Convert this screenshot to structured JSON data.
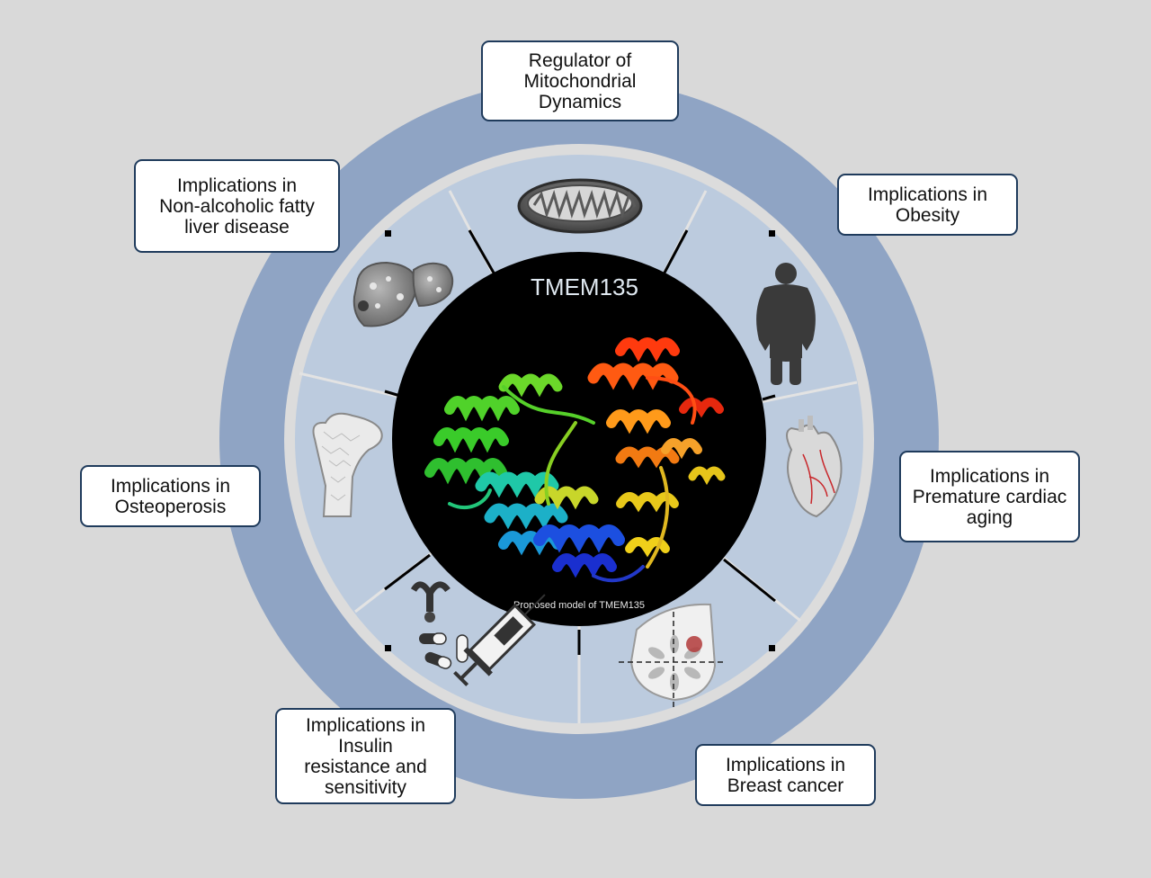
{
  "center": {
    "title": "TMEM135",
    "caption": "Proposed model of TMEM135"
  },
  "labels": {
    "mitochondrial": "Regulator of\nMitochondrial\nDynamics",
    "nafld": "Implications in\nNon-alcoholic fatty\nliver disease",
    "obesity": "Implications in\nObesity",
    "cardiac": "Implications in\nPremature cardiac\naging",
    "osteoporosis": "Implications in\nOsteoperosis",
    "insulin": "Implications in\nInsulin\nresistance and\nsensitivity",
    "breast_cancer": "Implications in\nBreast cancer"
  },
  "icons": [
    "mitochondrion-icon",
    "obese-person-icon",
    "heart-icon",
    "breast-tumor-icon",
    "insulin-pills-syringe-icon",
    "femur-bone-icon",
    "fatty-liver-icon",
    "protein-structure-image"
  ],
  "colors": {
    "background": "#d9d9d9",
    "outer_ring": "#8fa4c4",
    "inner_disk": "#bccbde",
    "divider": "#dddddd",
    "center": "#000000",
    "box_border": "#1f3b5c"
  }
}
